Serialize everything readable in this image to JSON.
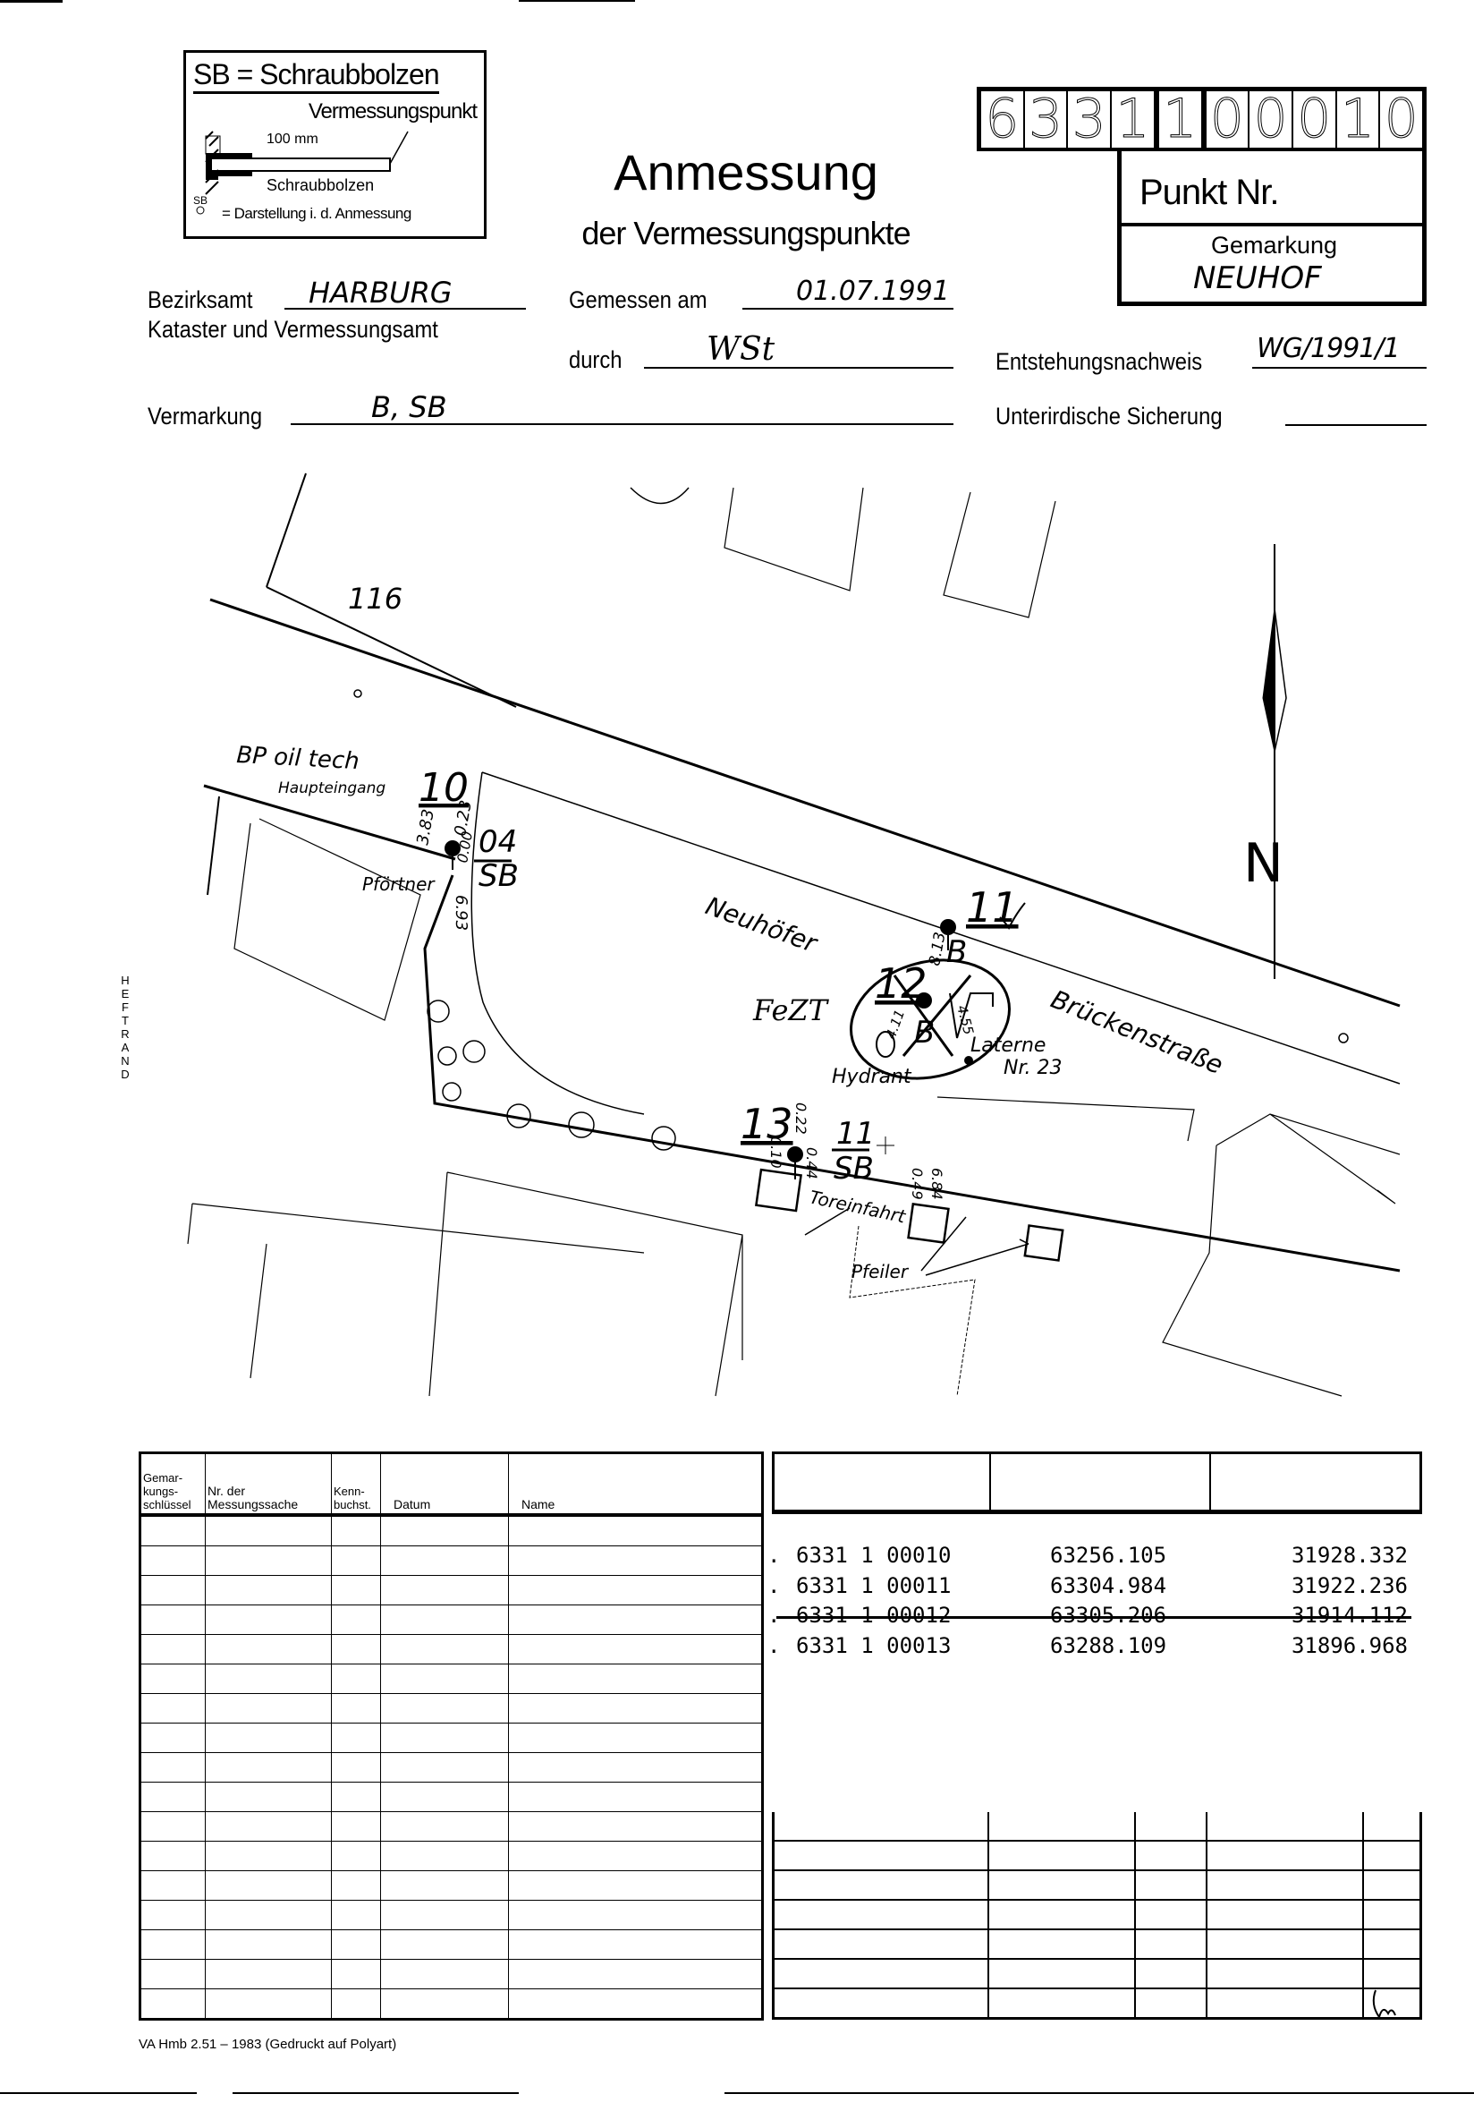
{
  "legend": {
    "title": "SB = Schraubbolzen",
    "point_label": "Vermessungspunkt",
    "dimension": "100 mm",
    "bolt_label": "Schraubbolzen",
    "symbol_code": "SB",
    "symbol_desc": "= Darstellung i. d. Anmessung"
  },
  "title": {
    "main": "Anmessung",
    "sub": "der Vermessungspunkte"
  },
  "point_number": {
    "digits": [
      "6",
      "3",
      "3",
      "1",
      "1",
      "0",
      "0",
      "0",
      "1",
      "0"
    ],
    "label": "Punkt Nr.",
    "gemarkung_label": "Gemarkung",
    "gemarkung_value": "NEUHOF"
  },
  "form": {
    "bezirksamt_label": "Bezirksamt",
    "bezirksamt_value": "HARBURG",
    "amt_label": "Kataster und Vermessungsamt",
    "gemessen_label": "Gemessen am",
    "gemessen_value": "01.07.1991",
    "durch_label": "durch",
    "durch_value": "WSt",
    "entstehung_label": "Entstehungsnachweis",
    "entstehung_value": "WG/1991/1",
    "vermarkung_label": "Vermarkung",
    "vermarkung_value": "B, SB",
    "sicherung_label": "Unterirdische Sicherung"
  },
  "heftrand": [
    "H",
    "E",
    "F",
    "T",
    "R",
    "A",
    "N",
    "D"
  ],
  "sketch": {
    "p116": "116",
    "company": "BP oil tech",
    "entrance": "Haupteingang",
    "p10": "10",
    "d383": "3.83",
    "d023": "0.23",
    "d000": "0.00",
    "d693": "6.93",
    "p04": "04",
    "sb1": "SB",
    "pfoertner": "Pförtner",
    "street1": "Neuhöfer",
    "street2": "Brückenstraße",
    "p11": "11",
    "b1": "B",
    "d813": "8.13",
    "p12": "12",
    "b2": "B",
    "feZT": "FeZT",
    "d411": "4.11",
    "d455": "4.55",
    "laterne": "Laterne",
    "nr23": "Nr. 23",
    "hydrant": "Hydrant",
    "p13": "13",
    "d022": "0.22",
    "d010": "0.10",
    "d044": "0.44",
    "p11sb": "11",
    "sb2": "SB",
    "toreinfahrt": "Toreinfahrt",
    "d049": "0.49",
    "d684": "6.84",
    "pfeiler": "Pfeiler",
    "north": "N"
  },
  "left_table": {
    "headers": [
      "Gemar-kungs-schlüssel",
      "Nr. der Messungssache",
      "Kenn-buchst.",
      "Datum",
      "Name"
    ]
  },
  "coordinates": [
    {
      "id": "6331 1 00010",
      "x": "63256.105",
      "y": "31928.332",
      "struck": false
    },
    {
      "id": "6331 1 00011",
      "x": "63304.984",
      "y": "31922.236",
      "struck": false
    },
    {
      "id": "6331 1 00012",
      "x": "63305.206",
      "y": "31914.112",
      "struck": true
    },
    {
      "id": "6331 1 00013",
      "x": "63288.109",
      "y": "31896.968",
      "struck": false
    }
  ],
  "footer": "VA Hmb 2.51 – 1983 (Gedruckt auf Polyart)"
}
